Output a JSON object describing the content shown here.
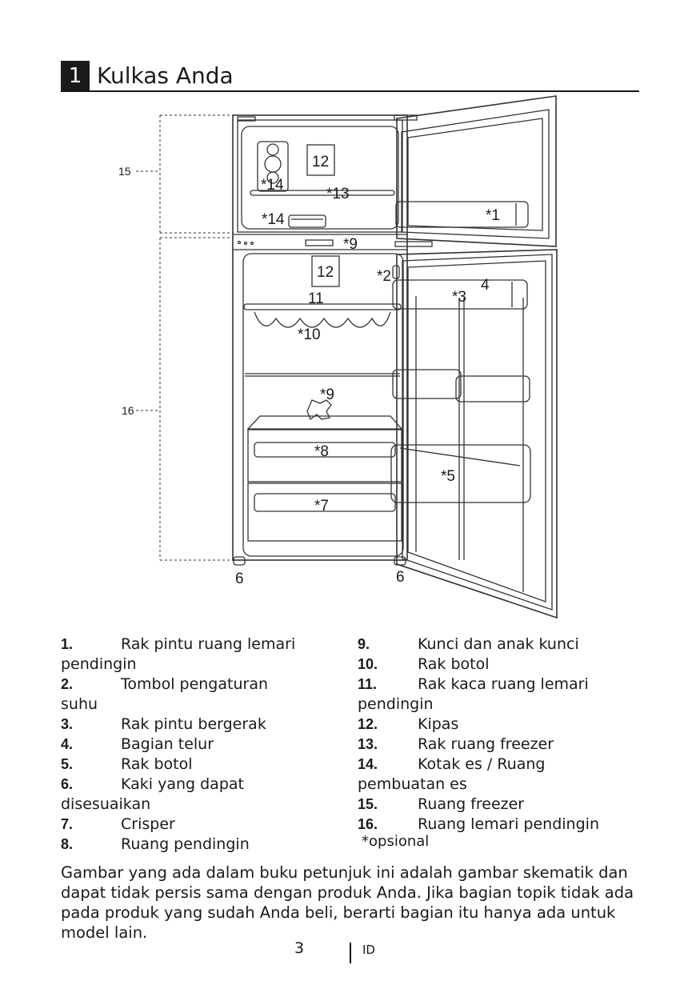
{
  "header": {
    "number": "1",
    "title": "Kulkas Anda"
  },
  "diagram": {
    "callouts": {
      "c15": "15",
      "c16": "16",
      "c12a": "12",
      "c12b": "12",
      "c14a": "*14",
      "c14b": "*14",
      "c13": "*13",
      "c1": "*1",
      "c9a": "*9",
      "c9b": "*9",
      "c2": "*2",
      "c4": "4",
      "c3": "*3",
      "c11": "11",
      "c10": "*10",
      "c8": "*8",
      "c7": "*7",
      "c5": "*5",
      "c6a": "6",
      "c6b": "6"
    }
  },
  "legend": {
    "left": [
      {
        "num": "1.",
        "text": "Rak pintu ruang lemari",
        "cont": "pendingin"
      },
      {
        "num": "2.",
        "text": "Tombol pengaturan",
        "cont": "suhu"
      },
      {
        "num": "3.",
        "text": "Rak pintu bergerak"
      },
      {
        "num": "4.",
        "text": "Bagian telur"
      },
      {
        "num": "5.",
        "text": "Rak botol"
      },
      {
        "num": "6.",
        "text": "Kaki yang dapat",
        "cont": "disesuaikan"
      },
      {
        "num": "7.",
        "text": "Crisper"
      },
      {
        "num": "8.",
        "text": "Ruang pendingin"
      }
    ],
    "right": [
      {
        "num": "9.",
        "text": "Kunci dan anak kunci"
      },
      {
        "num": "10.",
        "text": "Rak botol"
      },
      {
        "num": "11.",
        "text": "Rak kaca ruang lemari",
        "cont": "pendingin"
      },
      {
        "num": "12.",
        "text": "Kipas"
      },
      {
        "num": "13.",
        "text": "Rak ruang freezer"
      },
      {
        "num": "14.",
        "text": "Kotak es / Ruang",
        "cont": "pembuatan es"
      },
      {
        "num": "15.",
        "text": "Ruang freezer"
      },
      {
        "num": "16.",
        "text": "Ruang lemari pendingin"
      }
    ],
    "note": "*opsional"
  },
  "paragraph": "Gambar yang ada dalam buku petunjuk ini adalah gambar skematik dan dapat tidak persis sama dengan produk Anda. Jika bagian topik tidak ada pada produk yang sudah Anda beli, berarti bagian itu hanya ada untuk model lain.",
  "footer": {
    "page": "3",
    "lang": "ID"
  }
}
